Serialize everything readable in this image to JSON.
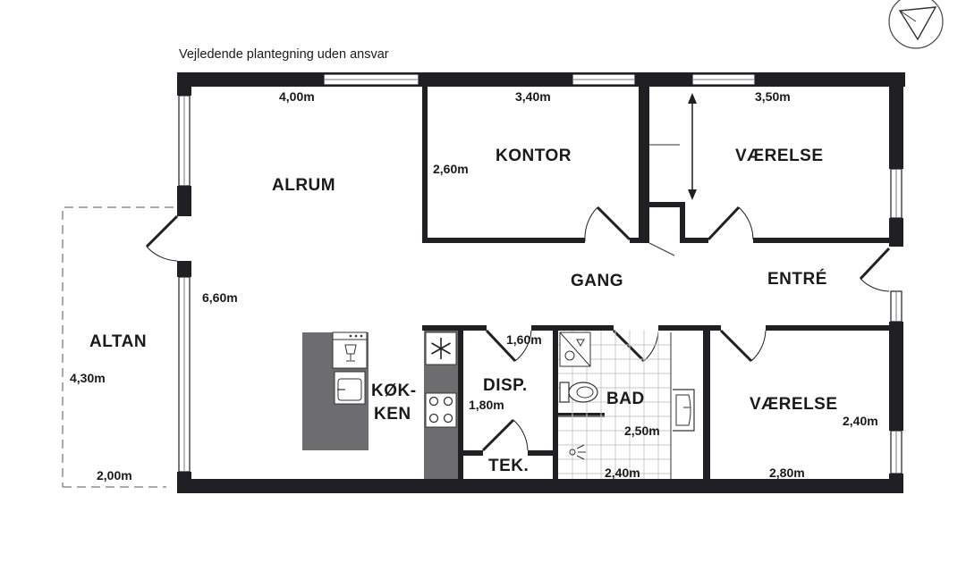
{
  "caption": "Vejledende plantegning uden ansvar",
  "icons": {
    "compass": "compass-icon",
    "fridge": "snowflake-icon",
    "stove": "stove-icon",
    "sink": "sink-icon",
    "dishwasher": "dishwasher-icon",
    "toilet": "toilet-icon",
    "washer": "washing-machine-icon",
    "shower": "shower-icon"
  },
  "rooms": {
    "alrum": "ALRUM",
    "kontor": "KONTOR",
    "vaerelse_top": "VÆRELSE",
    "gang": "GANG",
    "entre": "ENTRÉ",
    "altan": "ALTAN",
    "kokken_1": "KØK-",
    "kokken_2": "KEN",
    "disp": "DISP.",
    "bad": "BAD",
    "vaerelse_bottom": "VÆRELSE",
    "tek": "TEK."
  },
  "dimensions": {
    "alrum_width": "4,00m",
    "kontor_width": "3,40m",
    "vaerelse_top_width": "3,50m",
    "kontor_depth": "2,60m",
    "alrum_depth": "6,60m",
    "altan_depth": "4,30m",
    "altan_width": "2,00m",
    "disp_width": "1,60m",
    "disp_depth": "1,80m",
    "bad_depth": "2,50m",
    "bad_width": "2,40m",
    "vaerelse_bottom_width": "2,80m",
    "vaerelse_bottom_depth": "2,40m"
  },
  "colors": {
    "wall": "#1f1f24",
    "kitchen_island": "#6d6d6f",
    "counter": "#6d6d6f",
    "tile_grid": "#c9c9c9"
  }
}
